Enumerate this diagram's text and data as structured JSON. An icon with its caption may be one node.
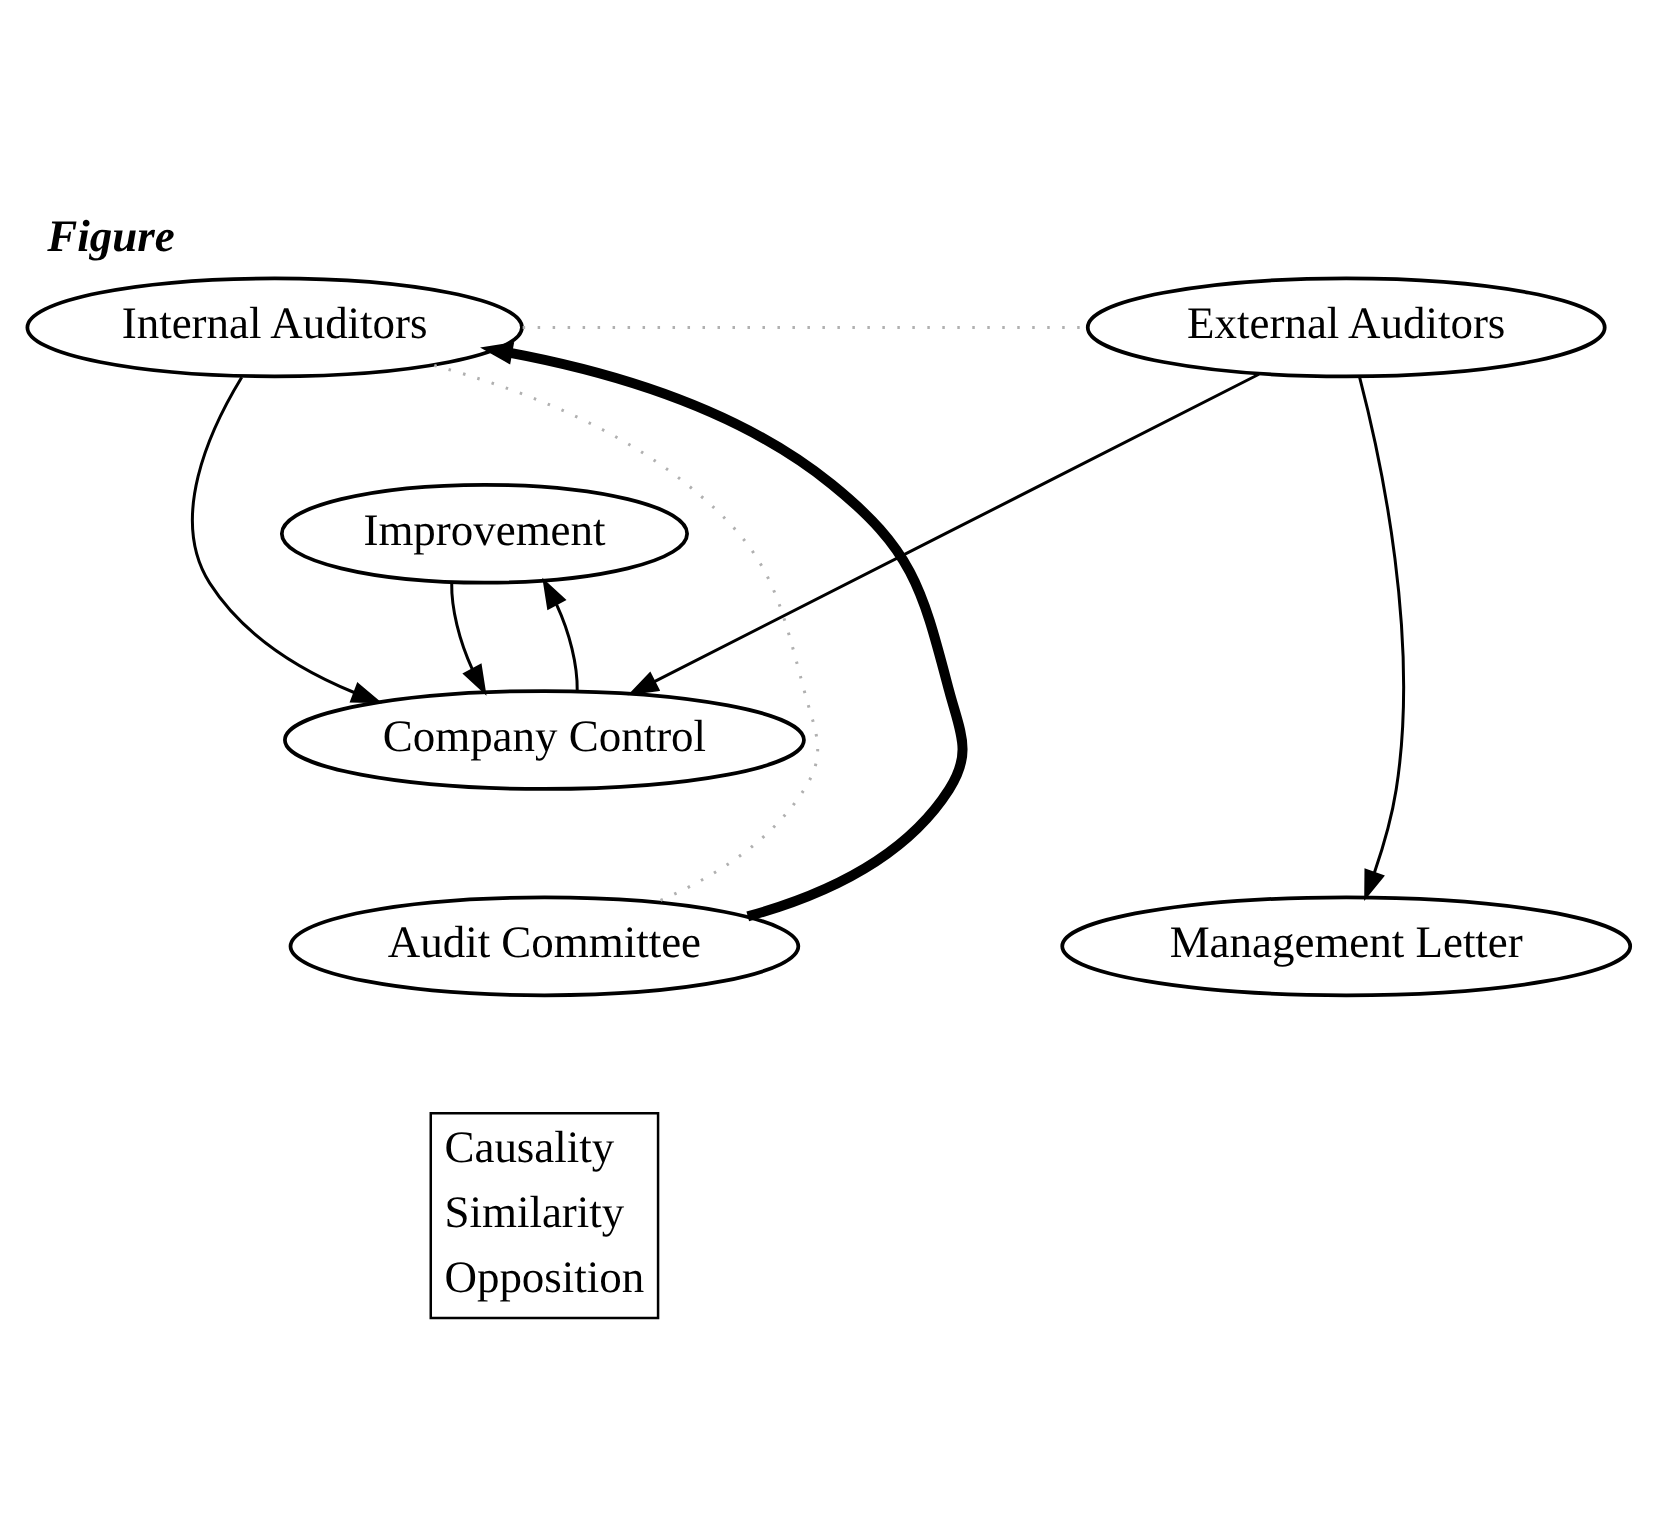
{
  "diagram": {
    "title": "Figure",
    "nodes": [
      {
        "text": [
          "Internal Auditors"
        ]
      },
      {
        "text": [
          "External Auditors"
        ]
      },
      {
        "text": [
          "Improvement"
        ]
      },
      {
        "text": [
          "Company Control"
        ]
      },
      {
        "text": [
          "Audit Committee"
        ]
      },
      {
        "text": [
          "Management Letter"
        ]
      }
    ],
    "edges": [
      {
        "from": 0,
        "to": 1,
        "arrow": "none",
        "style": "dashed",
        "color": "#b0b0b0"
      },
      {
        "from": 0,
        "to": 3,
        "arrow": "to"
      },
      {
        "from": 1,
        "to": 3,
        "arrow": "to"
      },
      {
        "from": 2,
        "to": 3,
        "arrow": "to"
      },
      {
        "from": 3,
        "to": 2,
        "arrow": "to"
      },
      {
        "from": 1,
        "to": 5,
        "arrow": "to"
      },
      {
        "from": 0,
        "to": 4,
        "arrow": "none",
        "style": "dashed",
        "color": "#b0b0b0"
      },
      {
        "from": 4,
        "to": 0,
        "arrow": "to",
        "style": "thick"
      }
    ],
    "legend": [
      {
        "text": "Causality"
      },
      {
        "text": "Similarity"
      },
      {
        "text": "Opposition"
      }
    ]
  }
}
